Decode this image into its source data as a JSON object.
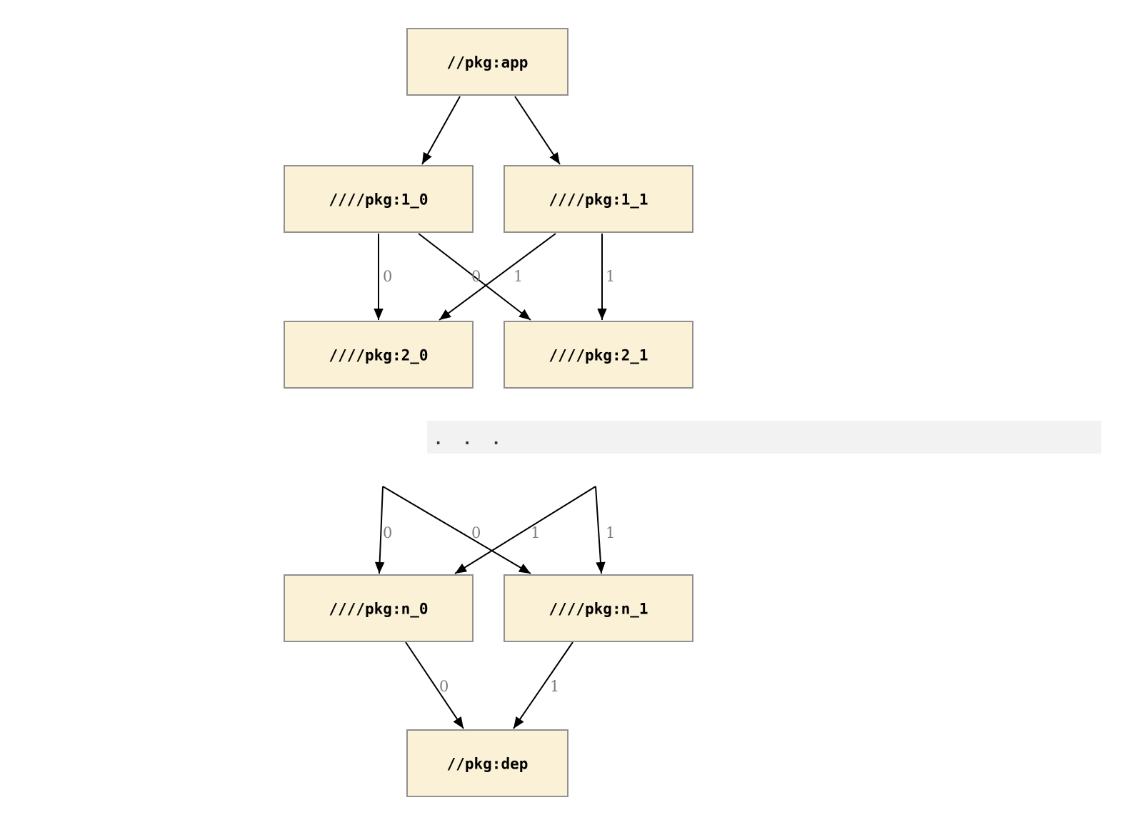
{
  "diagram": {
    "type": "dependency-graph",
    "colors": {
      "background": "#ffffff",
      "node_fill": "#faf1d6",
      "node_border": "#909090",
      "node_text": "#000000",
      "edge": "#000000",
      "edge_label": "#7d7d7d",
      "ellipsis_band": "#f2f2f2",
      "ellipsis_text": "#333333"
    },
    "nodes": {
      "app": {
        "label": "//pkg:app"
      },
      "l1_0": {
        "label": "////pkg:1_0"
      },
      "l1_1": {
        "label": "////pkg:1_1"
      },
      "l2_0": {
        "label": "////pkg:2_0"
      },
      "l2_1": {
        "label": "////pkg:2_1"
      },
      "ln_0": {
        "label": "////pkg:n_0"
      },
      "ln_1": {
        "label": "////pkg:n_1"
      },
      "dep": {
        "label": "//pkg:dep"
      }
    },
    "edge_labels": {
      "from_1_0_to_2_0": "0",
      "from_1_0_to_2_1": "0",
      "from_1_1_to_2_0": "1",
      "from_1_1_to_2_1": "1",
      "from_prev_0_to_n_0": "0",
      "from_prev_0_to_n_1": "0",
      "from_prev_1_to_n_0": "1",
      "from_prev_1_to_n_1": "1",
      "from_n_0_to_dep": "0",
      "from_n_1_to_dep": "1"
    },
    "ellipsis": ". . ."
  }
}
